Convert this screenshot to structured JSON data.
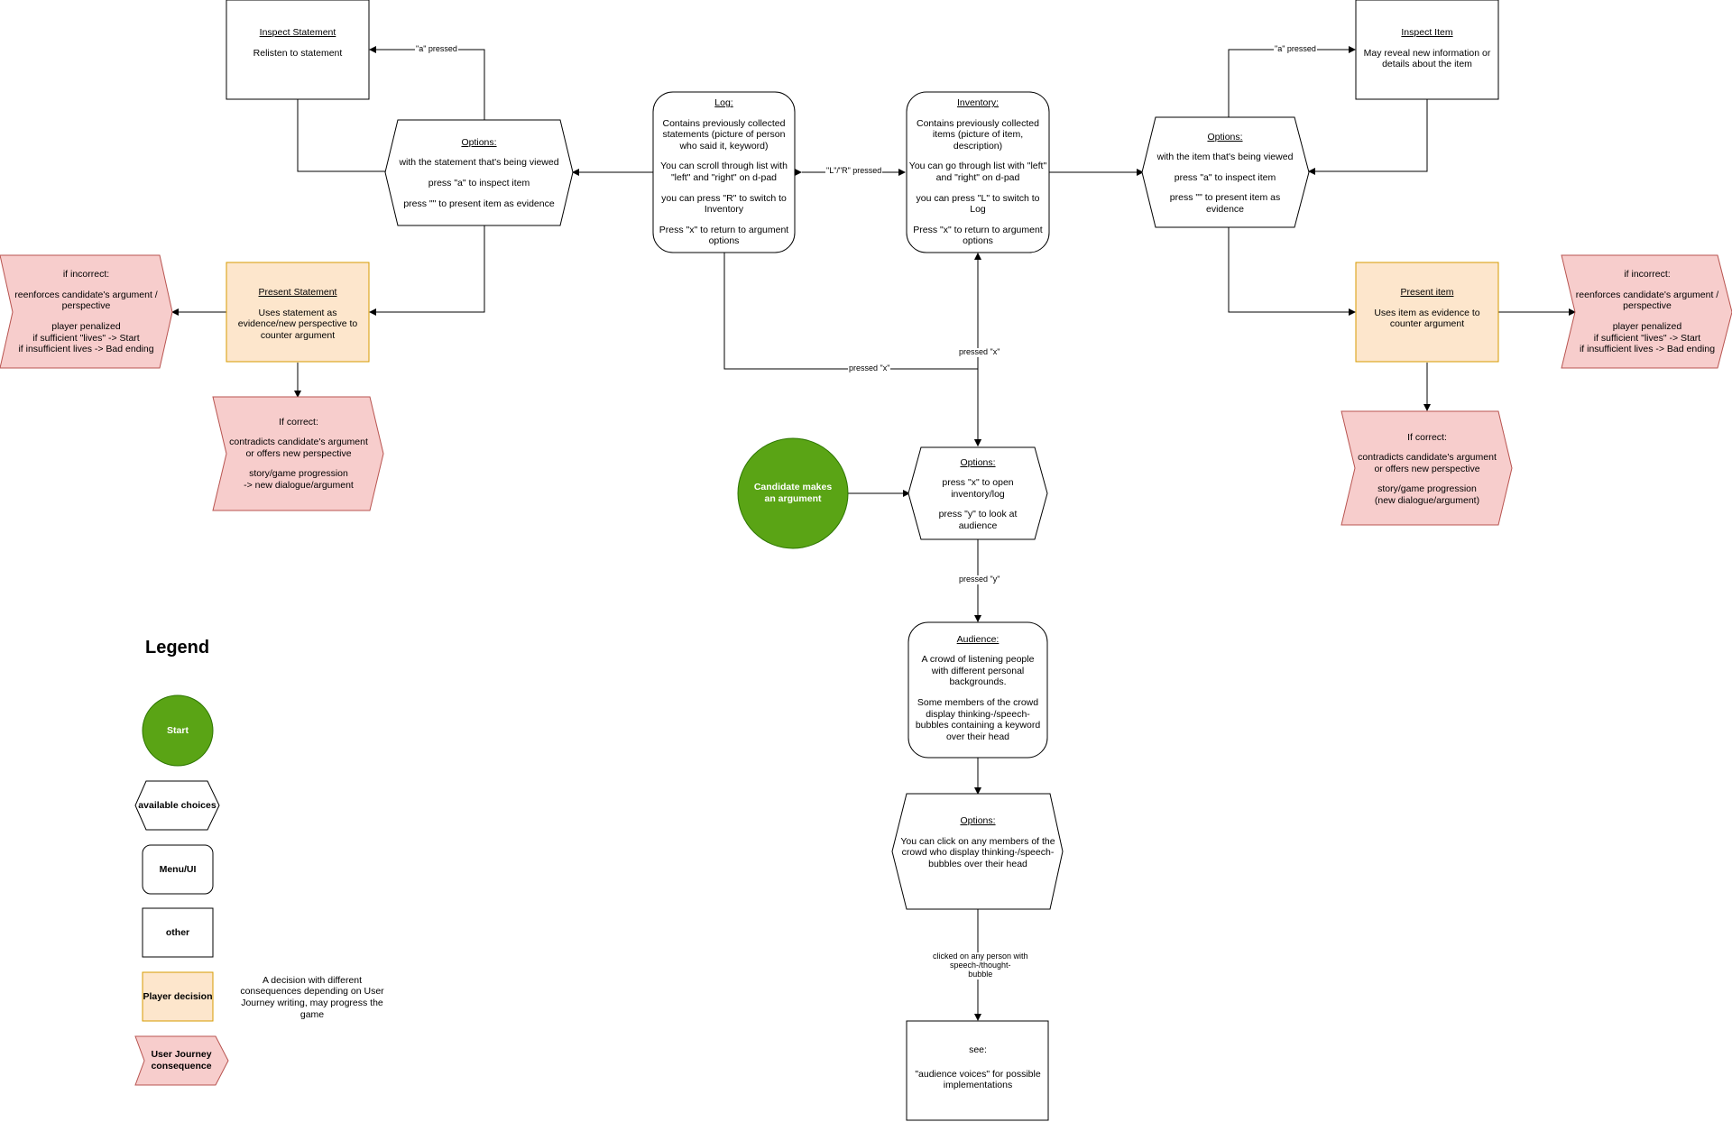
{
  "nodes": {
    "inspect_statement": {
      "title": "Inspect Statement",
      "body": "Relisten to statement"
    },
    "options_statement": {
      "title": "Options:",
      "l1": "with the statement that's being viewed",
      "l2": "press \"a\" to inspect item",
      "l3": "press \"\" to present item as evidence"
    },
    "log": {
      "title": "Log:",
      "l1": "Contains previously collected statements (picture of person who said it, keyword)",
      "l2": "You can scroll through list with \"left\" and \"right\" on d-pad",
      "l3": "you can press \"R\" to switch to Inventory",
      "l4": "Press \"x\" to return to argument options"
    },
    "inventory": {
      "title": "Inventory:",
      "l1": "Contains previously collected items (picture of item, description)",
      "l2": "You can go through list with \"left\" and \"right\" on d-pad",
      "l3": "you can press \"L\" to switch to Log",
      "l4": "Press \"x\" to return to argument options"
    },
    "options_item": {
      "title": "Options:",
      "l1": "with the item that's being viewed",
      "l2": "press \"a\" to inspect item",
      "l3": "press \"\" to present item as evidence"
    },
    "inspect_item": {
      "title": "Inspect Item",
      "body": "May reveal new information or details about the item"
    },
    "incorrect_left": {
      "title": "if incorrect:",
      "l1": "reenforces candidate's argument / perspective",
      "l2": "player penalized\nif sufficient \"lives\" -> Start\nif insufficient lives -> Bad ending"
    },
    "present_statement": {
      "title": "Present Statement",
      "body": "Uses statement as evidence/new perspective to counter argument"
    },
    "correct_left": {
      "title": "If correct:",
      "l1": "contradicts candidate's argument or offers new perspective",
      "l2": "story/game progression\n-> new dialogue/argument"
    },
    "present_item": {
      "title": "Present item",
      "body": "Uses item as evidence to counter argument"
    },
    "incorrect_right": {
      "title": "if incorrect:",
      "l1": "reenforces candidate's argument / perspective",
      "l2": "player penalized\nif sufficient \"lives\" -> Start\nif insufficient lives -> Bad ending"
    },
    "correct_right": {
      "title": "If correct:",
      "l1": "contradicts candidate's argument or offers new perspective",
      "l2": "story/game progression\n(new dialogue/argument)"
    },
    "start": {
      "label": "Candidate makes an argument"
    },
    "options_main": {
      "title": "Options:",
      "l1": "press \"x\" to open inventory/log",
      "l2": "press \"y\" to look at audience"
    },
    "audience": {
      "title": "Audience:",
      "l1": "A crowd of listening people with different personal backgrounds.",
      "l2": "Some members of the crowd display thinking-/speech-bubbles containing a keyword over their head"
    },
    "options_audience": {
      "title": "Options:",
      "l1": "You can click on any members of the crowd who display thinking-/speech-bubbles over their head"
    },
    "see": {
      "l1": "see:",
      "l2": "\"audience voices\" for possible implementations"
    }
  },
  "edges": {
    "a_pressed_left": "\"a\" pressed",
    "a_pressed_right": "\"a\" pressed",
    "lr_pressed": "\"L\"/\"R\" pressed",
    "x_pressed_log": "pressed \"x\"",
    "x_pressed_inv": "pressed \"x\"",
    "y_pressed": "pressed \"y\"",
    "clicked": "clicked on any person with\nspeech-/thought-\nbubble"
  },
  "legend": {
    "title": "Legend",
    "start": "Start",
    "choices": "available choices",
    "menu": "Menu/UI",
    "other": "other",
    "decision": "Player decision",
    "decision_note": "A decision with different consequences depending on User Journey writing, may progress the game",
    "consequence": "User Journey consequence"
  },
  "colors": {
    "start_fill": "#5aa415",
    "decision_fill": "#fde6cc",
    "decision_stroke": "#d79b00",
    "consequence_fill": "#f7cdcc",
    "consequence_stroke": "#b85450"
  }
}
